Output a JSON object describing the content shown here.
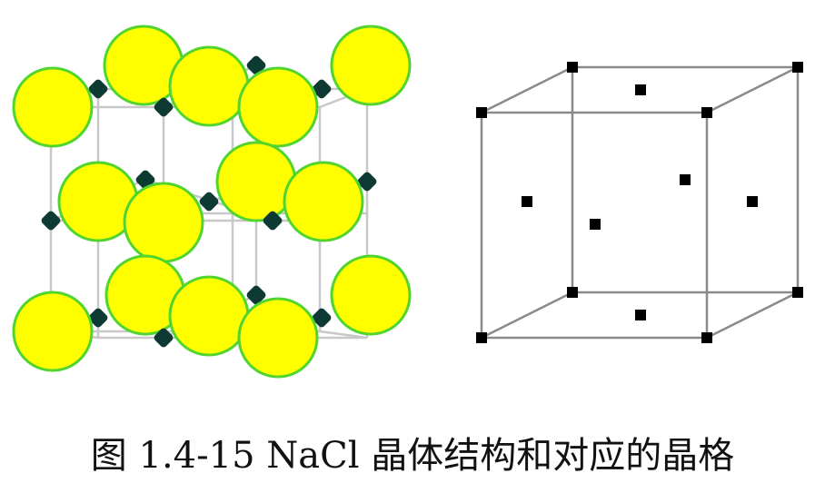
{
  "caption": "图 1.4-15 NaCl 晶体结构和对应的晶格",
  "colors": {
    "large_ion_fill": "#ffff00",
    "large_ion_stroke": "#52d42e",
    "small_ion_fill": "#0d3a33",
    "bond_line": "#c8c8c8",
    "lattice_line": "#8a8a8a",
    "lattice_point": "#000000"
  },
  "structure": {
    "lattice_type": "face-centered cubic",
    "large_ion_count": 14,
    "small_ion_count": 13,
    "lattice_point_count": 14
  }
}
